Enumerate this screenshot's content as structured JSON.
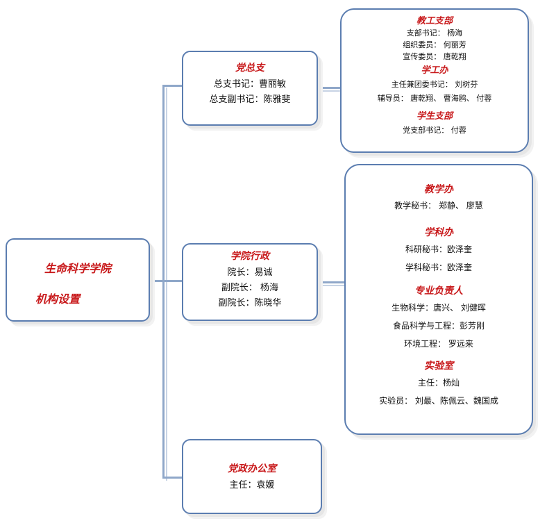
{
  "root": {
    "line1": "生命科学学院",
    "line2": "机构设置"
  },
  "party": {
    "title": "党总支",
    "lines": [
      "总支书记：曹丽敏",
      "总支副书记：陈雅斐"
    ]
  },
  "admin": {
    "title": "学院行政",
    "lines": [
      "院长：易诚",
      "副院长： 杨海",
      "副院长：陈晓华"
    ]
  },
  "office": {
    "title": "党政办公室",
    "lines": [
      "主任：袁媛"
    ]
  },
  "party_detail": {
    "sections": [
      {
        "title": "教工支部",
        "lines": [
          "支部书记： 杨海",
          "组织委员： 何丽芳",
          "宣传委员： 唐乾翔"
        ]
      },
      {
        "title": "学工办",
        "lines": [
          "主任兼团委书记： 刘树芬",
          "辅导员： 唐乾翔、 曹海鸥、 付蓉"
        ]
      },
      {
        "title": "学生支部",
        "lines": [
          "党支部书记： 付蓉"
        ]
      }
    ]
  },
  "admin_detail": {
    "sections": [
      {
        "title": "教学办",
        "lines": [
          "教学秘书： 郑静、 廖慧"
        ]
      },
      {
        "title": "学科办",
        "lines": [
          "科研秘书：欧泽奎",
          "学科秘书：欧泽奎"
        ]
      },
      {
        "title": "专业负责人",
        "lines": [
          "生物科学：唐兴、 刘健晖",
          "食品科学与工程：彭芳刚",
          "环境工程： 罗远来"
        ]
      },
      {
        "title": "实验室",
        "lines": [
          "主任：杨灿",
          "实验员： 刘最、陈佩云、魏国成"
        ]
      }
    ]
  },
  "colors": {
    "title": "#c8191b",
    "border": "#5b7db0",
    "connector": "#8fa7c9"
  }
}
